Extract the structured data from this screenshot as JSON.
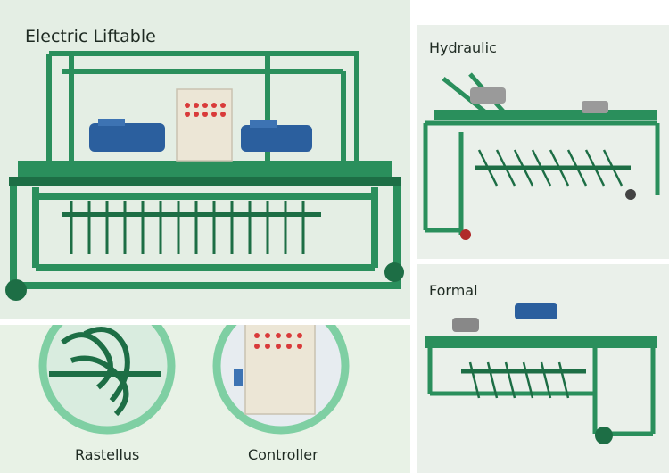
{
  "main": {
    "title": "Electric Liftable"
  },
  "hydraulic": {
    "title": "Hydraulic"
  },
  "formal": {
    "title": "Formal"
  },
  "details": {
    "left_label": "Rastellus",
    "right_label": "Controller"
  },
  "colors": {
    "frame_green": "#2a8f5c",
    "motor_blue": "#2b5f9e",
    "cabinet": "#ece6d6",
    "ring": "#7fcfa3"
  },
  "icons": [
    "turner-machine-image",
    "hydraulic-turner-image",
    "formal-turner-image",
    "rastellus-closeup",
    "controller-closeup"
  ]
}
